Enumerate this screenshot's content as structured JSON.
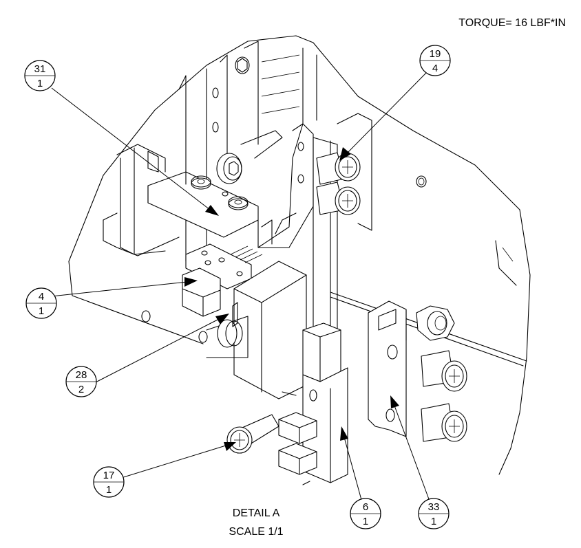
{
  "torque_note": "TORQUE= 16 LBF*IN",
  "detail": {
    "title": "DETAIL  A",
    "scale": "SCALE  1/1"
  },
  "balloons": [
    {
      "item": "31",
      "qty": "1"
    },
    {
      "item": "19",
      "qty": "4"
    },
    {
      "item": "4",
      "qty": "1"
    },
    {
      "item": "28",
      "qty": "2"
    },
    {
      "item": "17",
      "qty": "1"
    },
    {
      "item": "6",
      "qty": "1"
    },
    {
      "item": "33",
      "qty": "1"
    }
  ]
}
